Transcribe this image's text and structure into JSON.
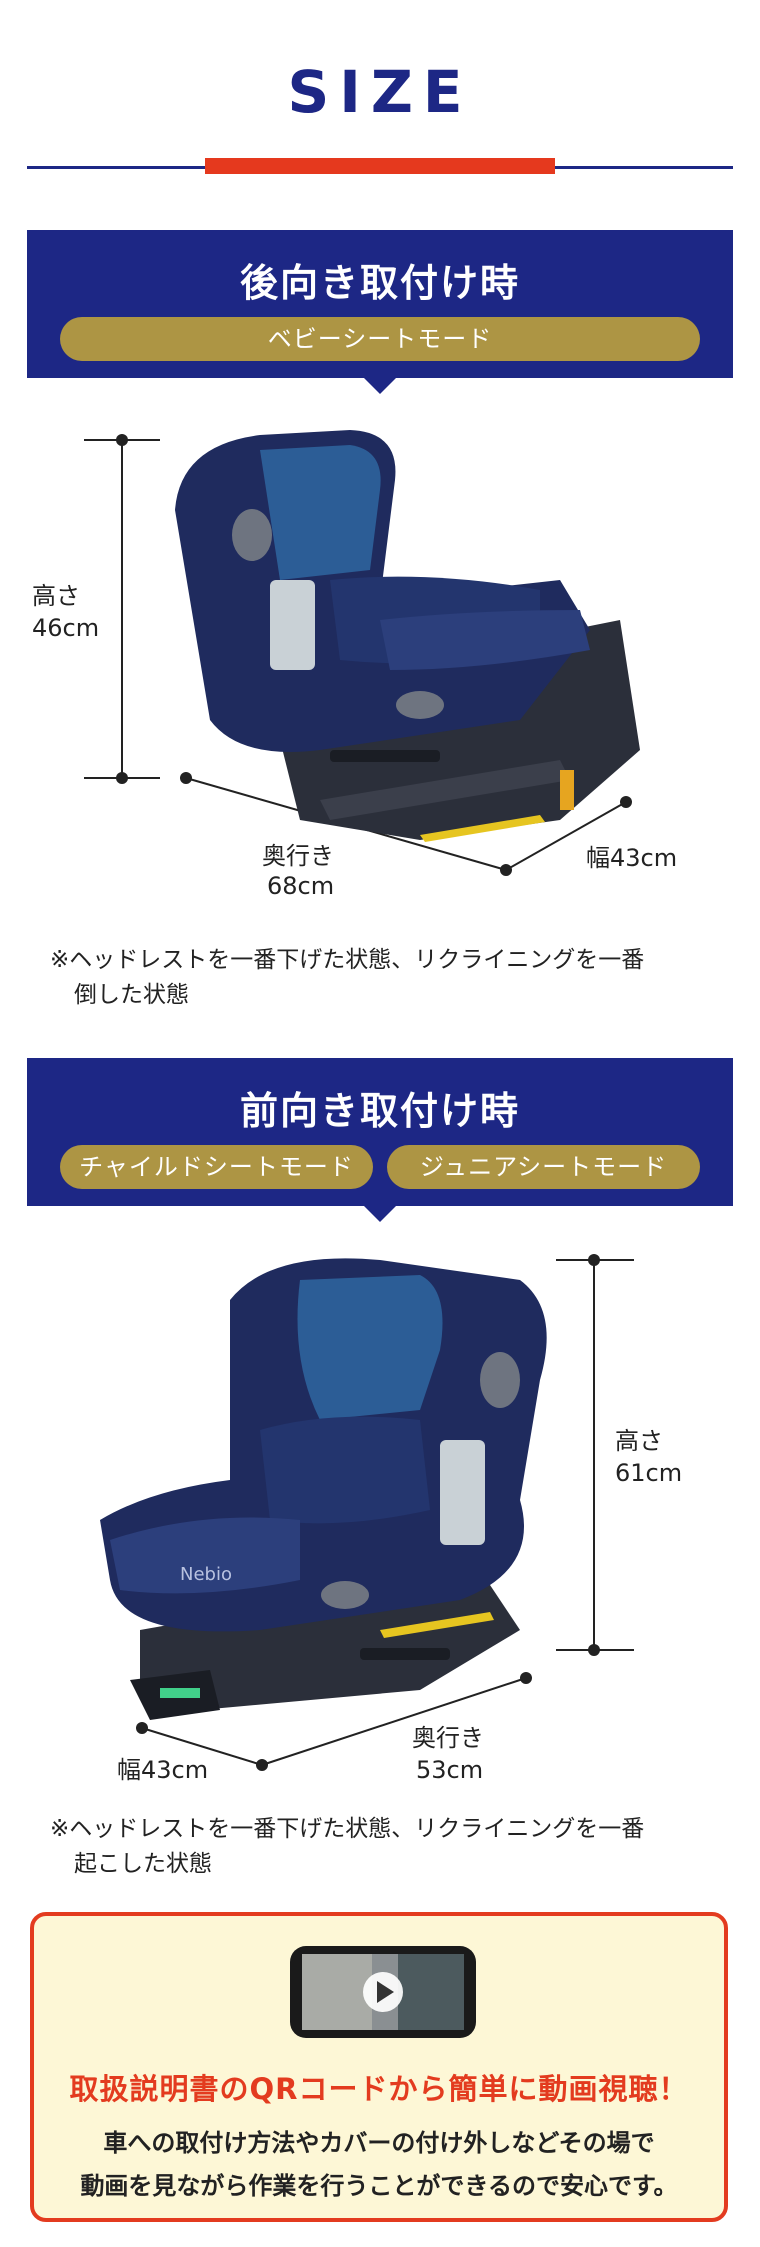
{
  "header": {
    "title": "SIZE"
  },
  "rear": {
    "title": "後向き取付け時",
    "modes": [
      "ベビーシートモード"
    ],
    "height_label": "高さ",
    "height_value": "46cm",
    "depth_label": "奥行き",
    "depth_value": "68cm",
    "width_label": "幅",
    "width_value": "43cm",
    "note_line1": "※ヘッドレストを一番下げた状態、リクライニングを一番",
    "note_line2": "倒した状態"
  },
  "front": {
    "title": "前向き取付け時",
    "modes": [
      "チャイルドシートモード",
      "ジュニアシートモード"
    ],
    "height_label": "高さ",
    "height_value": "61cm",
    "depth_label": "奥行き",
    "depth_value": "53cm",
    "width_label": "幅",
    "width_value": "43cm",
    "seat_brand": "Nebio",
    "note_line1": "※ヘッドレストを一番下げた状態、リクライニングを一番",
    "note_line2": "起こした状態"
  },
  "info": {
    "title": "取扱説明書のQRコードから簡単に動画視聴！",
    "line1": "車への取付け方法やカバーの付け外しなどその場で",
    "line2": "動画を見ながら作業を行うことができるので安心です。"
  },
  "colors": {
    "navy": "#1d2785",
    "gold": "#ad9544",
    "red": "#e5391e",
    "cream": "#fdf7d6"
  }
}
